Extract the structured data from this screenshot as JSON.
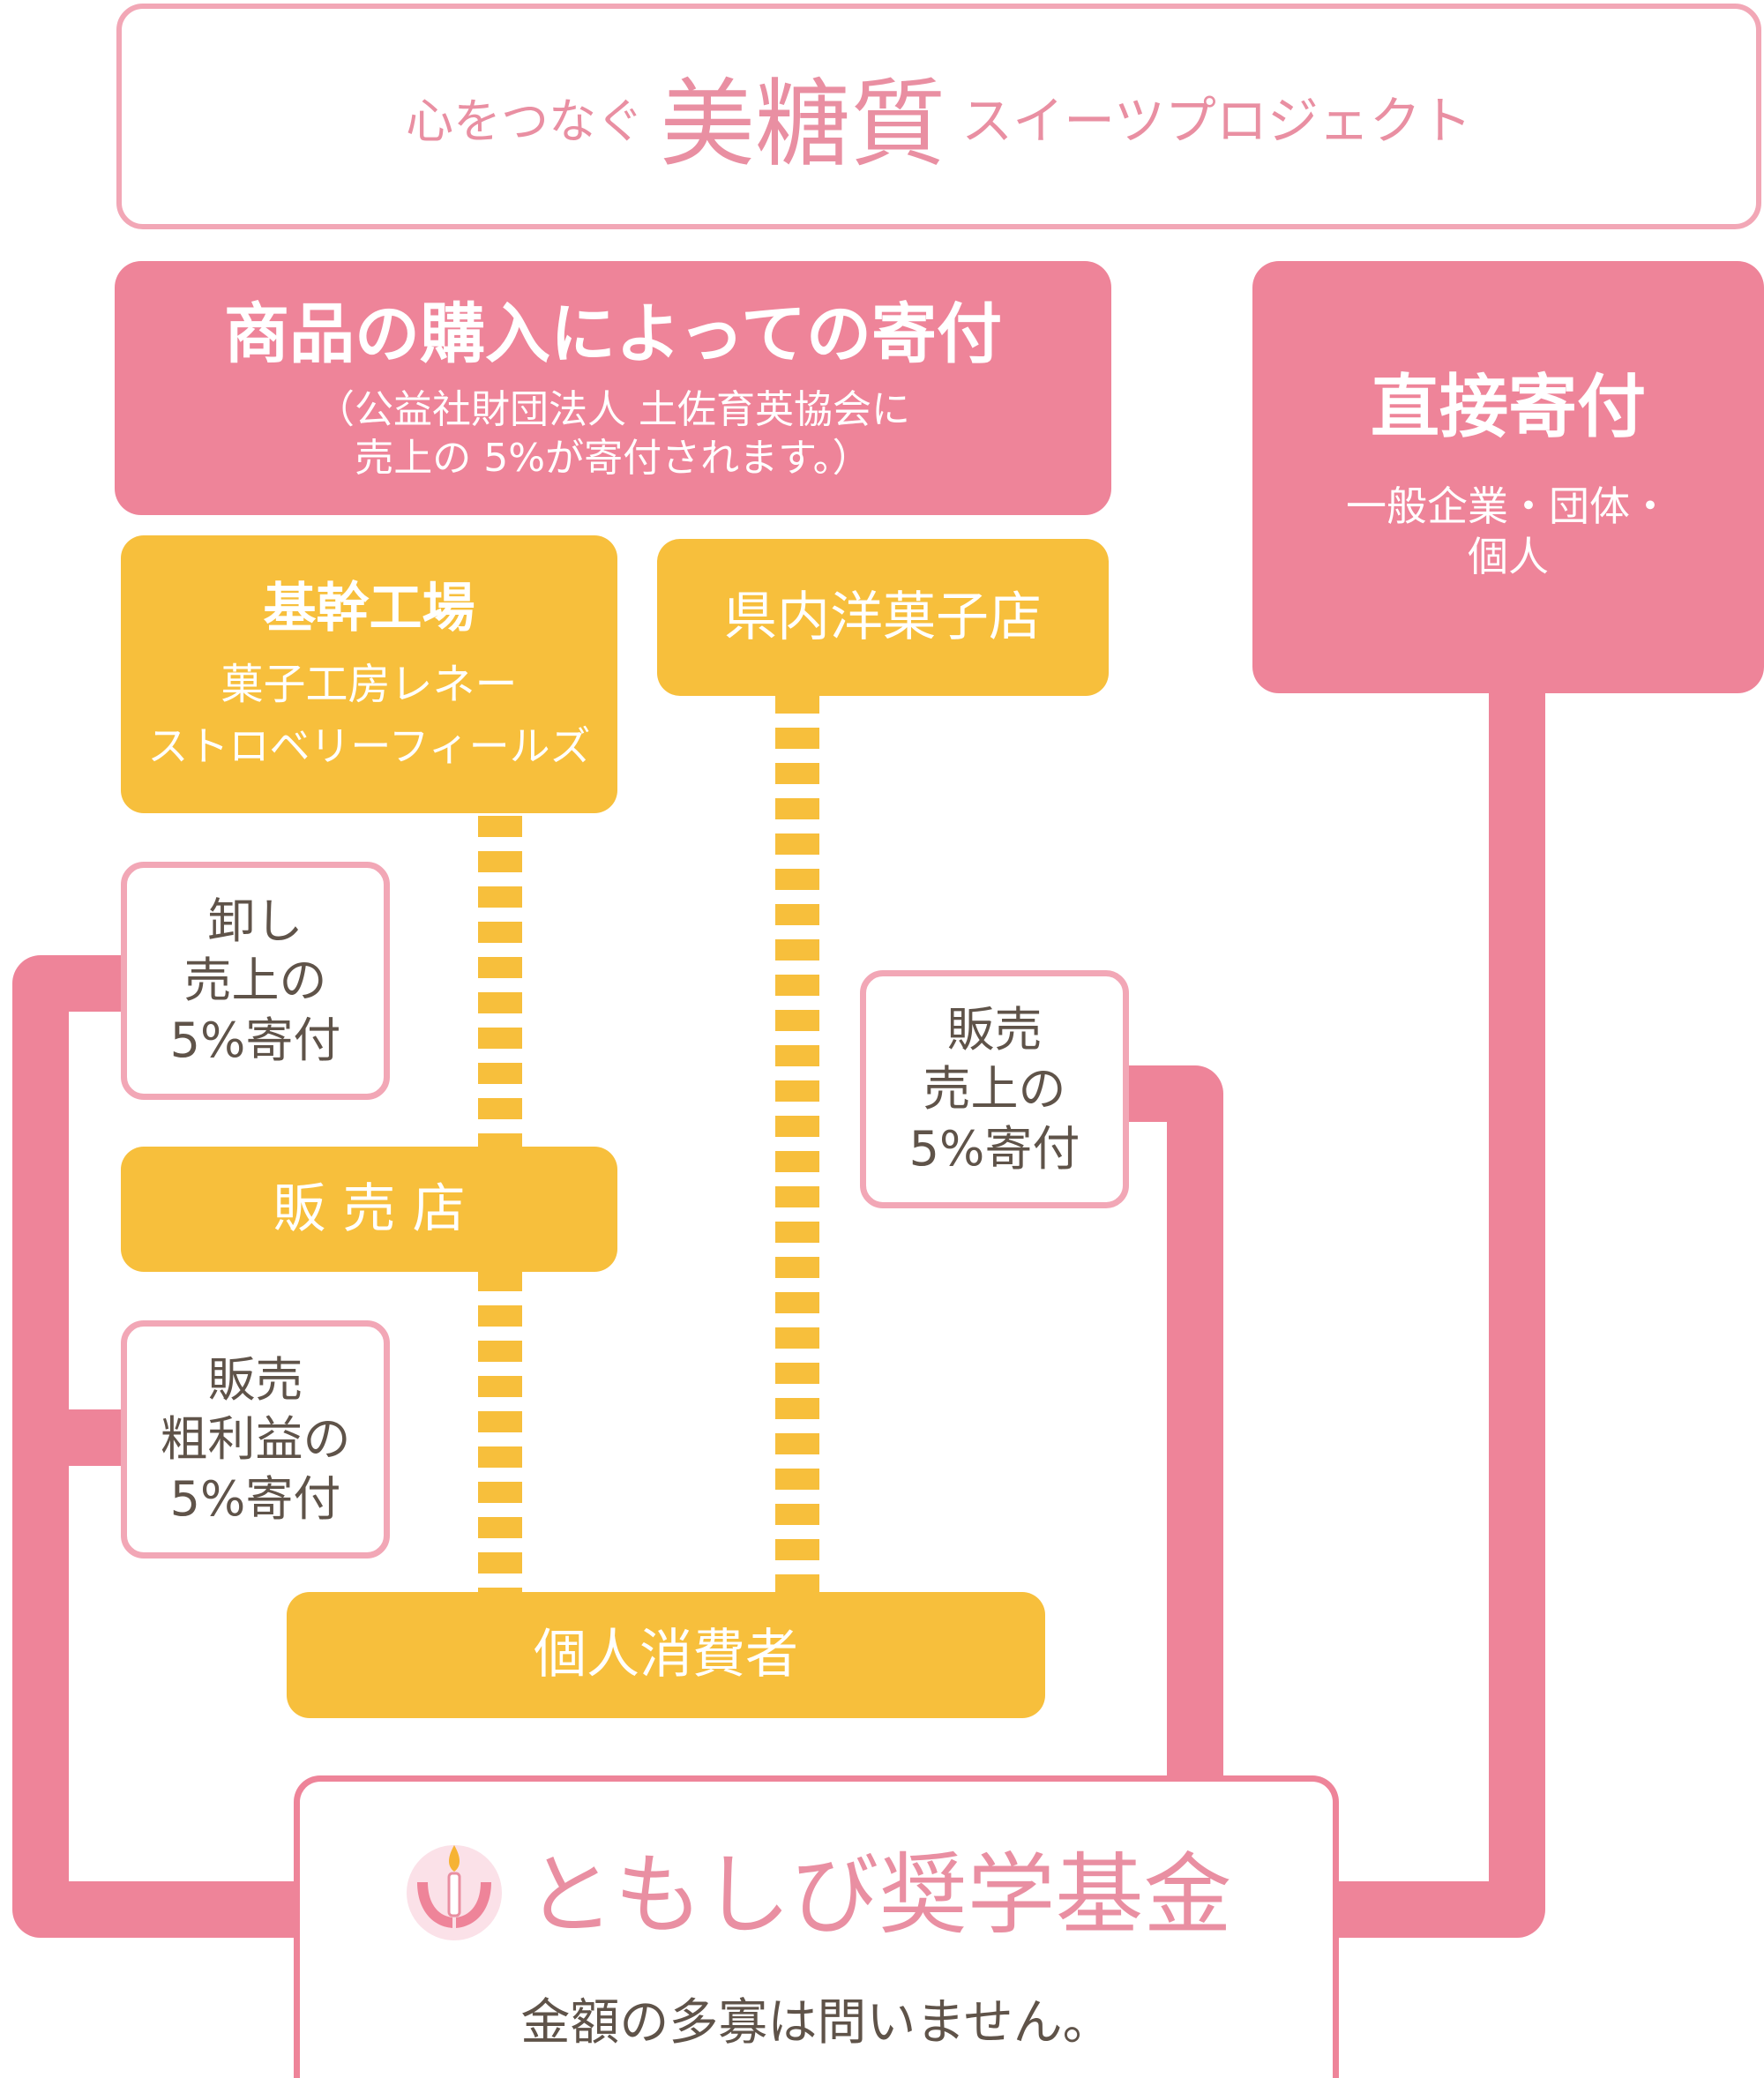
{
  "colors": {
    "pink": "#ee8499",
    "pink_light": "#f2a7b6",
    "yellow": "#f7bf3c",
    "text_dark": "#5f5349",
    "title_pink": "#e98fa2"
  },
  "header": {
    "lead": "心をつなぐ",
    "main": "美糖質",
    "tail": "スイーツプロジェクト"
  },
  "purchase_donation": {
    "title": "商品の購入によっての寄付",
    "note_line1": "（公益社財団法人 土佐育英協会に",
    "note_line2": "売上の 5%が寄付されます。）"
  },
  "direct_donation": {
    "title": "直接寄付",
    "sub_line1": "一般企業・団体・",
    "sub_line2": "個人"
  },
  "factory": {
    "title": "基幹工場",
    "line1": "菓子工房レネー",
    "line2": "ストロベリーフィールズ"
  },
  "local_shops": {
    "title": "県内洋菓子店"
  },
  "wholesale_note": {
    "line1": "卸し",
    "line2": "売上の",
    "line3": "5%寄付"
  },
  "shop_sales_note": {
    "line1": "販売",
    "line2": "売上の",
    "line3": "5%寄付"
  },
  "retailer": {
    "title": "販 売 店"
  },
  "retail_profit_note": {
    "line1": "販売",
    "line2": "粗利益の",
    "line3": "5%寄付"
  },
  "consumer": {
    "title": "個人消費者"
  },
  "fund": {
    "name": "ともしび奨学基金",
    "note": "金額の多寡は問いません。",
    "logo_icon": "candle-hands-icon"
  }
}
